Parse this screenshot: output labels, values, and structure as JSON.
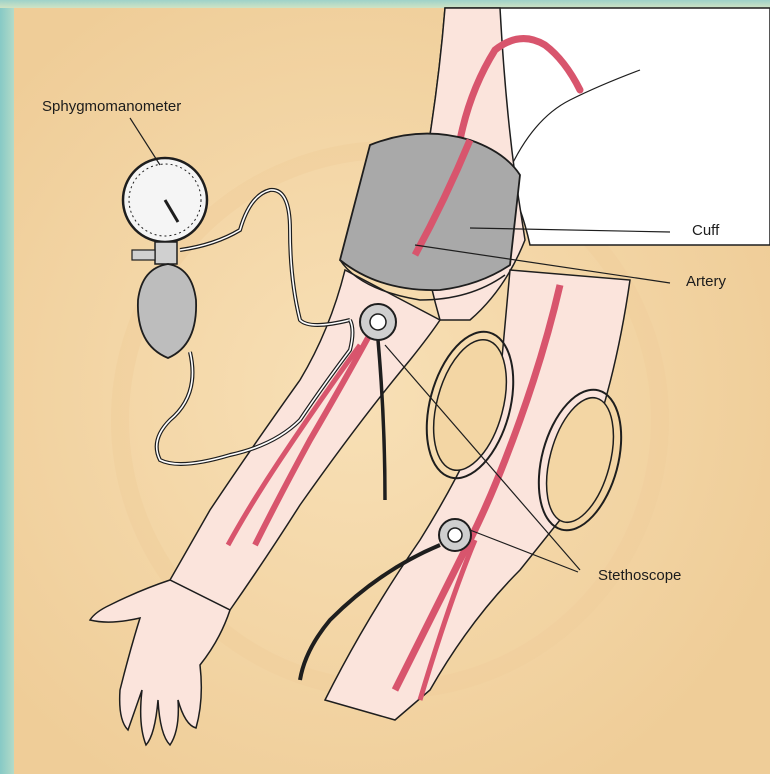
{
  "labels": {
    "sphygmomanometer": "Sphygmomanometer",
    "cuff": "Cuff",
    "artery": "Artery",
    "stethoscope": "Stethoscope"
  },
  "colors": {
    "background": "#f3d6a4",
    "skin": "#fbe4dc",
    "artery": "#d8556d",
    "cuff": "#a9a9a9",
    "outline": "#1e1e1e",
    "sleeve": "#ffffff"
  }
}
